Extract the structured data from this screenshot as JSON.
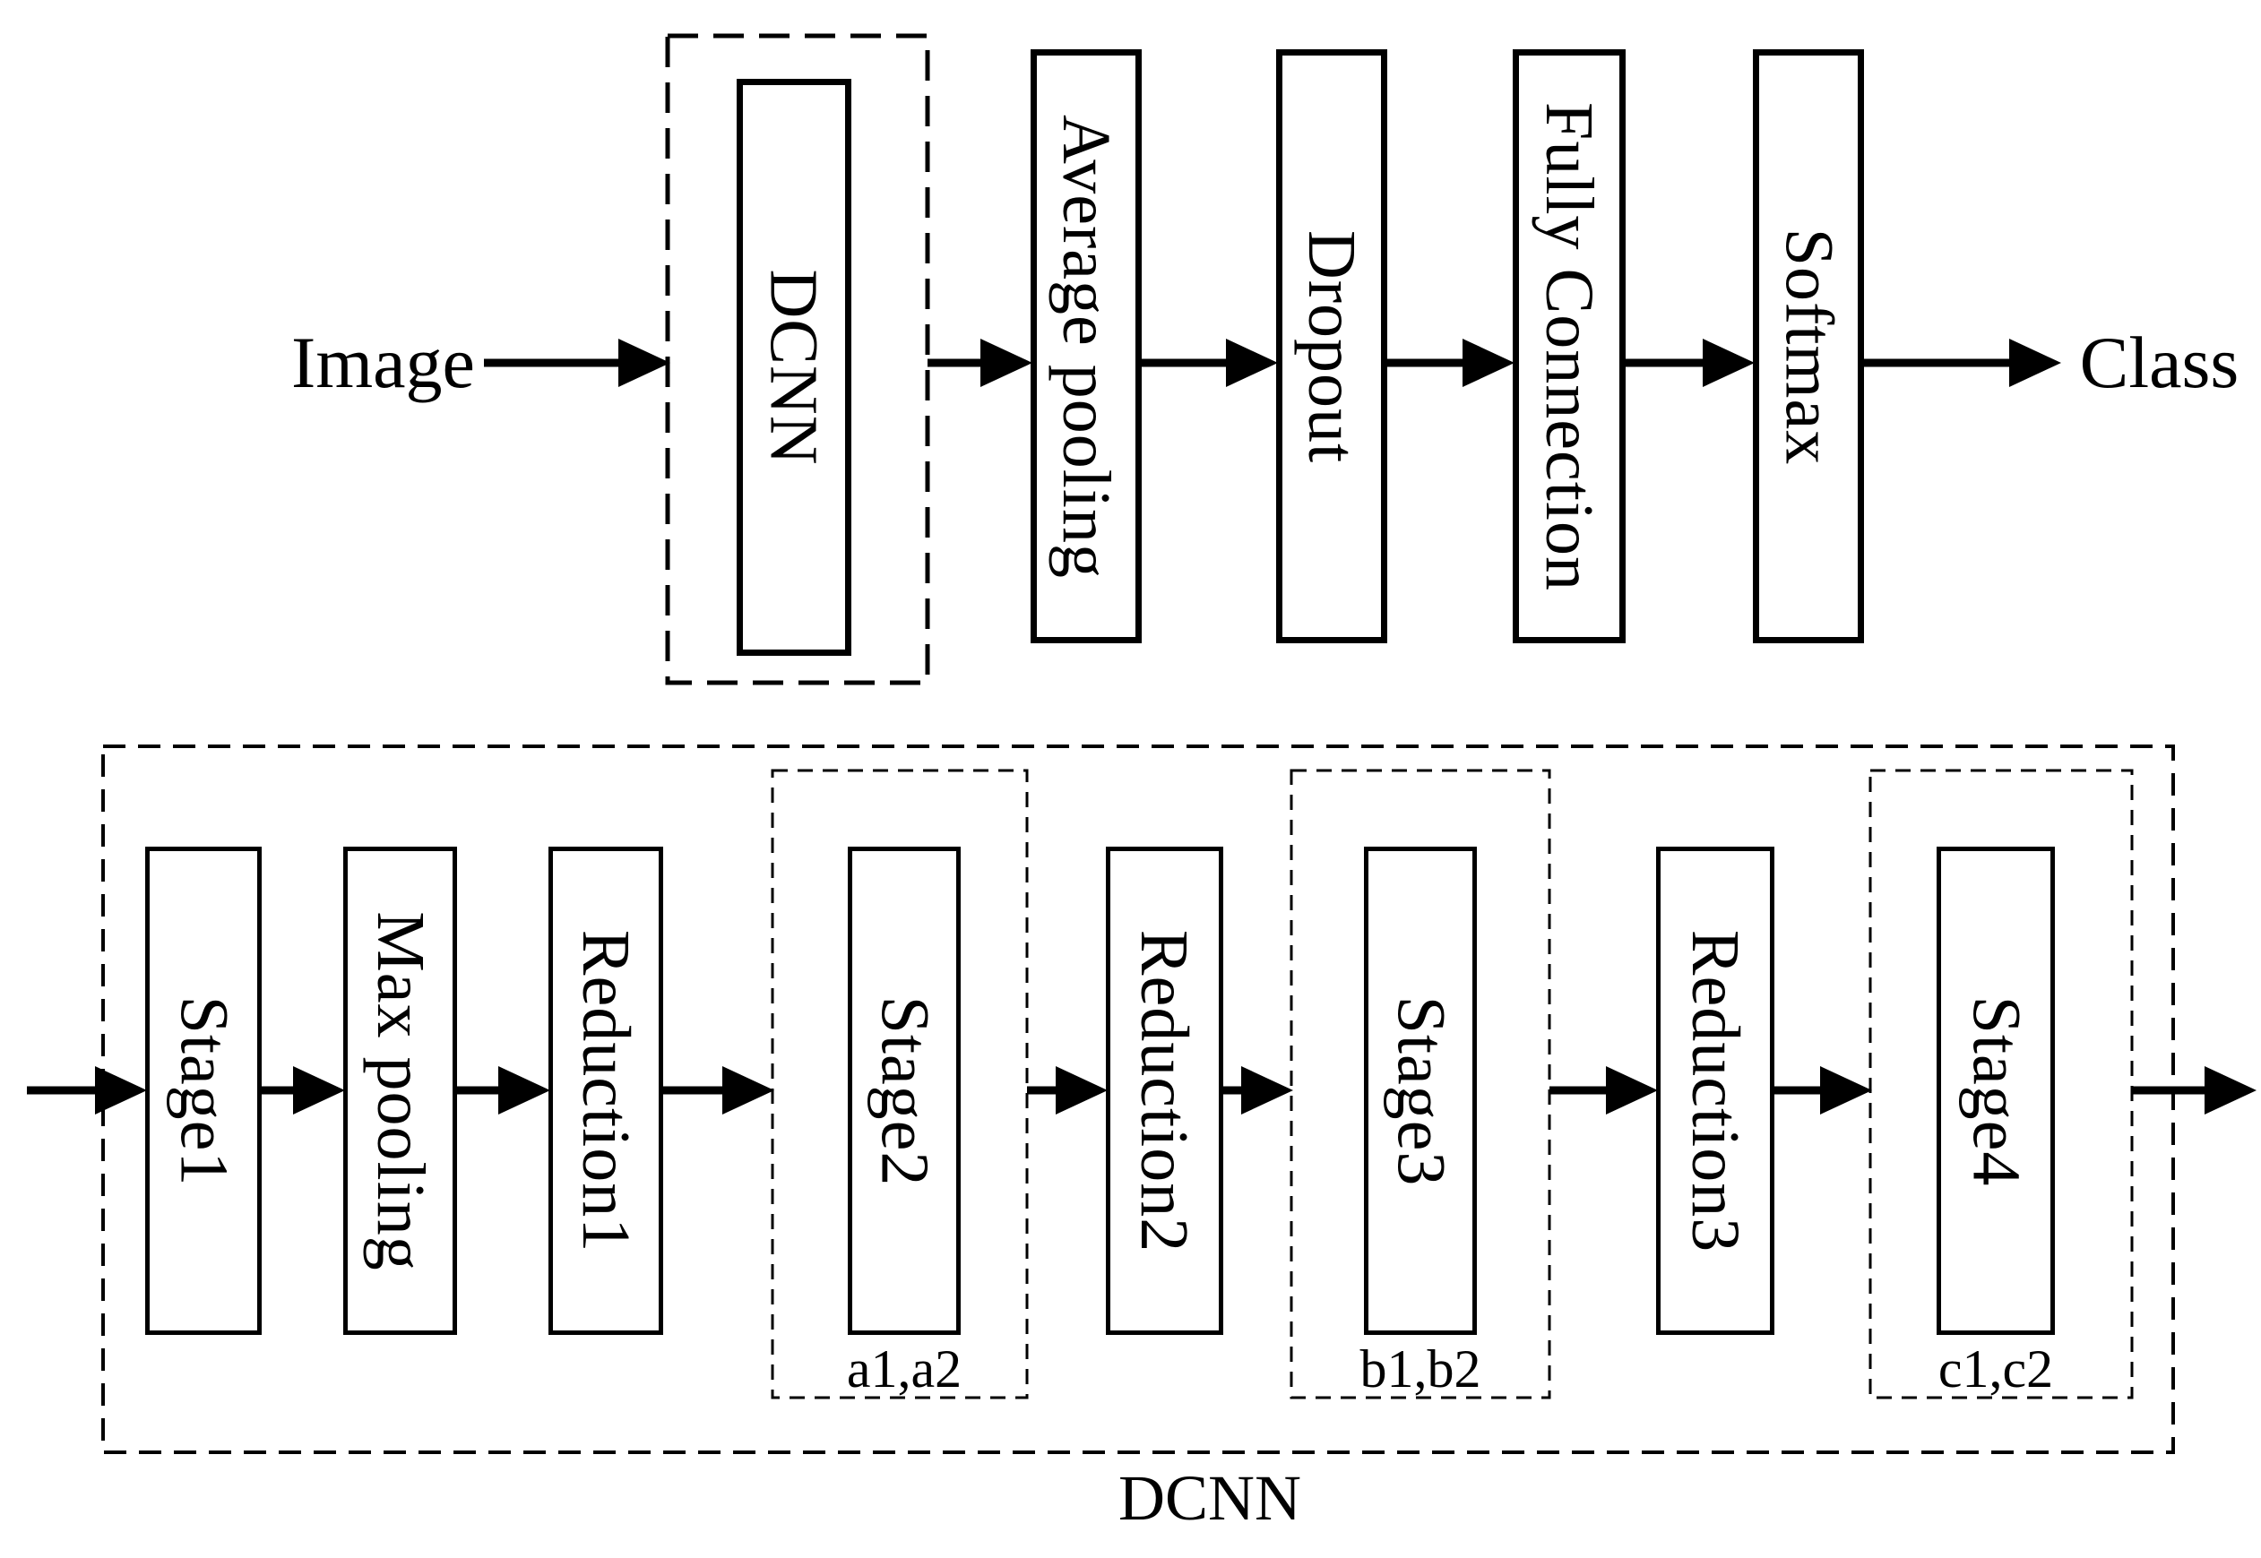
{
  "diagram": {
    "background_color": "#ffffff",
    "line_color": "#000000"
  },
  "pipeline": {
    "input_label": "Image",
    "output_label": "Class",
    "dcnn_module_label": "DCNN",
    "stages": [
      {
        "label": "Average pooling"
      },
      {
        "label": "Dropout"
      },
      {
        "label": "Fully Connection"
      },
      {
        "label": "Softmax"
      }
    ]
  },
  "dcnn_detail": {
    "caption": "DCNN",
    "blocks": [
      {
        "label": "Stage1"
      },
      {
        "label": "Max pooling"
      },
      {
        "label": "Reduction1"
      },
      {
        "label": "Stage2",
        "sublabel": "a1,a2"
      },
      {
        "label": "Reduction2"
      },
      {
        "label": "Stage3",
        "sublabel": "b1,b2"
      },
      {
        "label": "Reduction3"
      },
      {
        "label": "Stage4",
        "sublabel": "c1,c2"
      }
    ]
  }
}
